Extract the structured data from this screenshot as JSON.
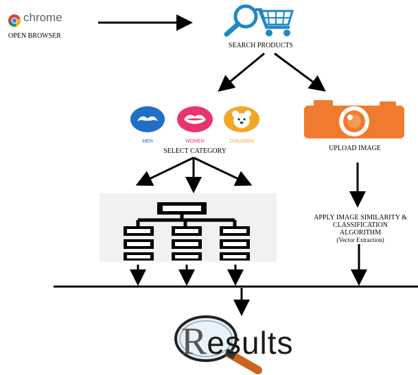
{
  "chrome": {
    "logo_text": "chrome",
    "step_label": "OPEN BROWSER"
  },
  "search": {
    "step_label": "SEARCH PRODUCTS"
  },
  "categories": {
    "items": [
      {
        "label": "MEN",
        "color": "#1f6fc4",
        "label_color": "#1f6fc4"
      },
      {
        "label": "WOMEN",
        "color": "#e8336b",
        "label_color": "#e8336b"
      },
      {
        "label": "CHILDREN",
        "color": "#f4a521",
        "label_color": "#f4a521"
      }
    ],
    "step_label": "SELECT CATEGORY"
  },
  "upload": {
    "step_label": "UPLOAD IMAGE",
    "color": "#f07b30"
  },
  "algorithm": {
    "line1": "APPLY IMAGE SIMILARITY &",
    "line2": "CLASSIFICATION",
    "line3": "ALGORITHM",
    "line4": "(Vector Extraction)"
  },
  "results": {
    "first_letter": "R",
    "rest": "esults"
  }
}
